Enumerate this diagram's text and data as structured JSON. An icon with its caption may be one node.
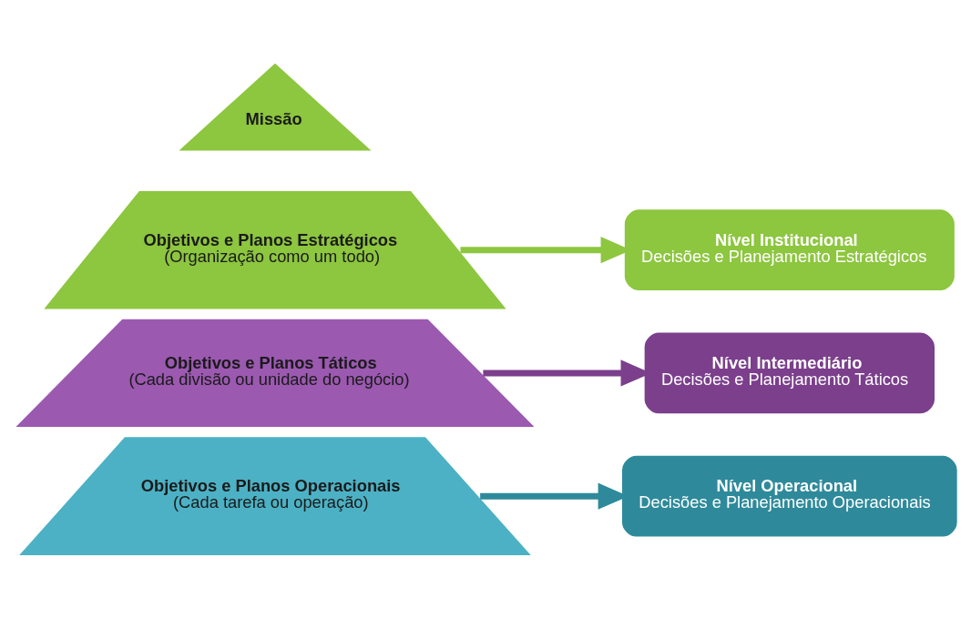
{
  "diagram": {
    "nodes": [
      {
        "text": [
          "Missão"
        ]
      },
      {
        "text": [
          "Objetivos e Planos Estratégicos",
          "(Organização como um todo)"
        ]
      },
      {
        "text": [
          "Objetivos e Planos Táticos",
          "(Cada divisão ou unidade do negócio)"
        ]
      },
      {
        "text": [
          "Objetivos e Planos Operacionais",
          "(Cada tarefa ou operação)"
        ]
      },
      {
        "text": [
          "Nível Institucional",
          "Decisões e Planejamento Estratégicos"
        ]
      },
      {
        "text": [
          "Nível Intermediário",
          "Decisões e Planejamento Táticos"
        ]
      },
      {
        "text": [
          "Nível Operacional",
          "Decisões e Planejamento Operacionais"
        ]
      }
    ],
    "edges": [
      {
        "from": 1,
        "to": 4,
        "arrow": "to",
        "color": "#8dc63f"
      },
      {
        "from": 2,
        "to": 5,
        "arrow": "to",
        "color": "#7b3f8c"
      },
      {
        "from": 3,
        "to": 6,
        "arrow": "to",
        "color": "#2e8a9b"
      }
    ]
  }
}
